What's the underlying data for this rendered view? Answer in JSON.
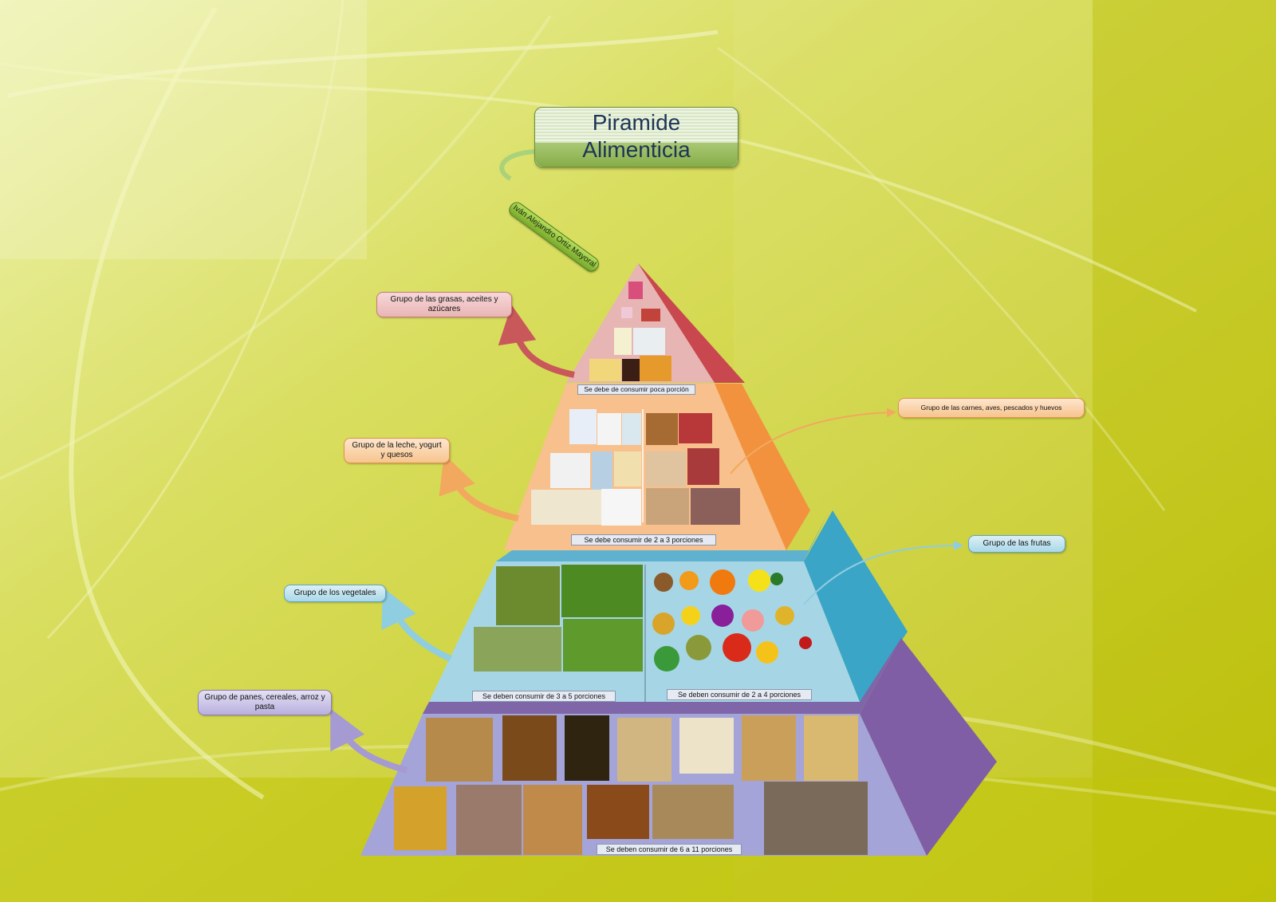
{
  "colors": {
    "background": "#c8cc1e",
    "tier_fats": "#e8b5b5",
    "tier_protein": "#f7c08c",
    "tier_plants": "#a6d6e6",
    "tier_grains": "#a4a4d8",
    "arrow_fats": "#c9585b",
    "arrow_protein": "#f2a85f",
    "arrow_plants": "#8fcde0",
    "arrow_grains": "#a59ad2"
  },
  "title": {
    "line1": "Piramide",
    "line2": "Alimenticia"
  },
  "author": "Iván Alejandro Ortiz Mayoral",
  "groups": {
    "fats": "Grupo de las grasas, aceites y azúcares",
    "dairy": "Grupo de la leche, yogurt y quesos",
    "meats": "Grupo de las carnes, aves, pescados y huevos",
    "vegetables": "Grupo de los vegetales",
    "fruits": "Grupo de las frutas",
    "grains": "Grupo de panes, cereales, arroz y pasta"
  },
  "portions": {
    "fats": "Se debe de consumir poca porción",
    "protein": "Se debe consumir de 2 a 3 porciones",
    "vegetables": "Se deben consumir de 3 a 5 porciones",
    "fruits": "Se deben consumir de 2 a 4 porciones",
    "grains": "Se deben consumir de 6 a 11 porciones"
  },
  "icons": [
    "curved-arrow-icon",
    "food-photo"
  ]
}
